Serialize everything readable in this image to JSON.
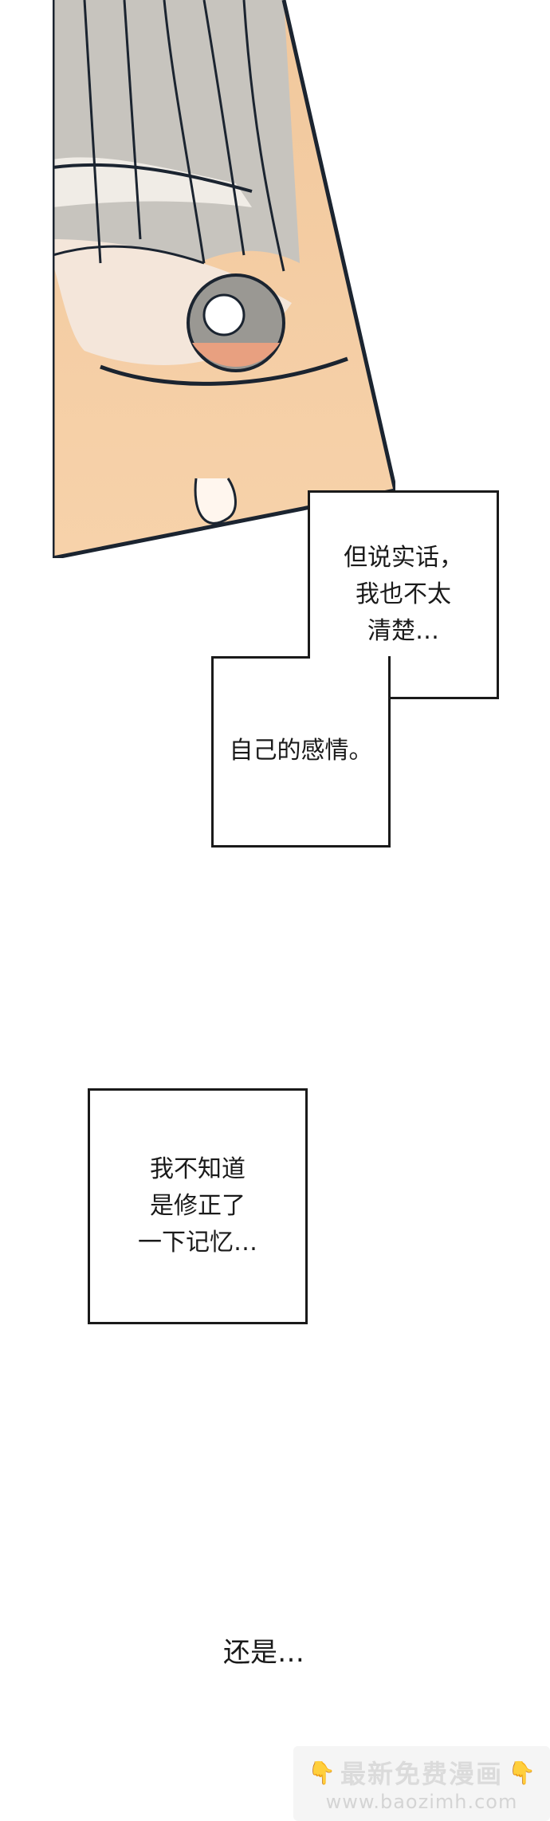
{
  "panel": {
    "scene": "close-up-eye"
  },
  "bubbles": [
    {
      "text": "但说实话，\n我也不太\n清楚…"
    },
    {
      "text": "自己的感情。"
    },
    {
      "text": "我不知道\n是修正了\n一下记忆…"
    }
  ],
  "free_text": "还是…",
  "watermark": {
    "title": "最新免费漫画",
    "url": "www.baozimh.com",
    "icon": "pointing-down-hand-icon"
  },
  "colors": {
    "skin": "#f6cda3",
    "hair": "#c9c6c0",
    "line": "#1b2430",
    "iris": "#9a9893"
  }
}
